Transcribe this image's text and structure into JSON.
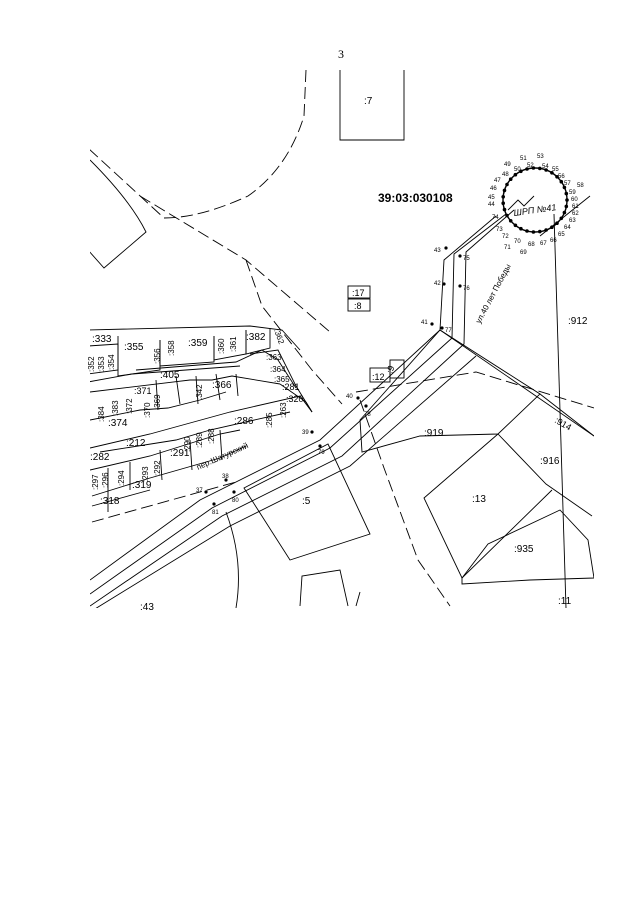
{
  "page_number": "3",
  "block_number": "39:03:030108",
  "station": {
    "label": "ШРП №41"
  },
  "street_labels": {
    "victory": "ул.40 лет Победы",
    "shaturskiy": "пер.Шатурский"
  },
  "parcels": {
    "p7": ":7",
    "p17": ":17",
    "p8": ":8",
    "p912": ":912",
    "p914": ":914",
    "p919": ":919",
    "p916": ":916",
    "p13": ":13",
    "p935": ":935",
    "p11": ":11",
    "p5": ":5",
    "p43": ":43",
    "p333": ":333",
    "p355": ":355",
    "p359": ":359",
    "p382": ":382",
    "p405": ":405",
    "p366": ":366",
    "p281": ":281",
    "p320": ":320",
    "p286": ":286",
    "p374": ":374",
    "p212": ":212",
    "p291": ":291",
    "p282": ":282",
    "p319": ":319",
    "p318": ":318",
    "p371": ":371",
    "p12": ":12",
    "p9": ":9",
    "p356": ":356",
    "p358": ":358",
    "p360": ":360",
    "p361": ":361",
    "p362": ":362",
    "p363": ":363",
    "p364": ":364",
    "p365": ":365",
    "p342": ":342",
    "p369": ":369",
    "p372": ":372",
    "p370": ":370",
    "p383": ":383",
    "p384": ":384",
    "p263": ":263",
    "p285": ":285",
    "p288": ":288",
    "p289": ":289",
    "p290": ":290",
    "p292": ":292",
    "p293": ":293",
    "p294": ":294",
    "p296": ":296",
    "p297": ":297",
    "p352": ":352",
    "p353": ":353",
    "p354": ":354"
  },
  "points": {
    "n37": "37",
    "n38": "38",
    "n39": "39",
    "n40": "40",
    "n41": "41",
    "n42": "42",
    "n43": "43",
    "n44": "44",
    "n45": "45",
    "n46": "46",
    "n47": "47",
    "n48": "48",
    "n49": "49",
    "n50": "50",
    "n51": "51",
    "n52": "52",
    "n53": "53",
    "n54": "54",
    "n55": "55",
    "n56": "56",
    "n57": "57",
    "n58": "58",
    "n59": "59",
    "n60": "60",
    "n61": "61",
    "n62": "62",
    "n63": "63",
    "n64": "64",
    "n65": "65",
    "n66": "66",
    "n67": "67",
    "n68": "68",
    "n69": "69",
    "n70": "70",
    "n71": "71",
    "n72": "72",
    "n73": "73",
    "n74": "74",
    "n75": "75",
    "n76": "76",
    "n77": "77",
    "n78": "78",
    "n79": "79",
    "n80": "80",
    "n81": "81"
  }
}
